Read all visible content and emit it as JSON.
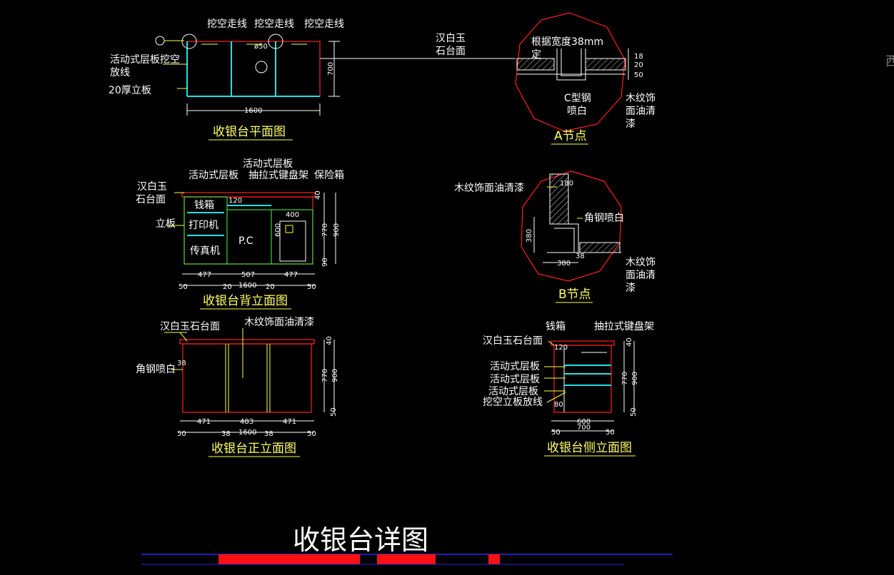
{
  "sheet": {
    "main_title": "收银台详图",
    "edge_glyph": "西"
  },
  "plan": {
    "title": "收银台平面图",
    "labels": [
      "挖空走线",
      "挖空走线",
      "挖空走线",
      "活动式层板挖空",
      "放线",
      "20厚立板",
      "汉白玉",
      "石台面"
    ],
    "dims": [
      "1600",
      "700"
    ],
    "small_text": "ø50"
  },
  "node_a": {
    "title": "A节点",
    "labels": [
      "根据宽度38mm",
      "定",
      "C型钢",
      "喷白",
      "木纹饰",
      "面油清",
      "漆"
    ],
    "dims": [
      "18",
      "20",
      "50"
    ]
  },
  "back": {
    "title": "收银台背立面图",
    "labels": [
      "活动式层板",
      "抽拉式键盘架",
      "保险箱",
      "活动式层板",
      "汉白玉",
      "石台面",
      "立板"
    ],
    "cabinet": [
      "钱箱",
      "打印机",
      "传真机",
      "P.C"
    ],
    "dims_bottom": [
      "477",
      "507",
      "477",
      "50",
      "20",
      "1600",
      "20",
      "50"
    ],
    "dims_right": [
      "40",
      "770",
      "900",
      "90"
    ],
    "dims_inner": [
      "120",
      "400",
      "600"
    ]
  },
  "node_b": {
    "title": "B节点",
    "labels": [
      "木纹饰面油清漆",
      "角钢喷白",
      "木纹饰",
      "面油清",
      "漆"
    ],
    "dims": [
      "180",
      "380",
      "380",
      "38"
    ]
  },
  "front": {
    "title": "收银台正立面图",
    "labels": [
      "汉白玉石台面",
      "木纹饰面油清漆",
      "角钢喷白"
    ],
    "dims_bottom": [
      "471",
      "483",
      "471",
      "50",
      "38",
      "1600",
      "38",
      "50"
    ],
    "dims_right": [
      "40",
      "770",
      "900",
      "50"
    ],
    "dims_left": [
      "38"
    ]
  },
  "side": {
    "title": "收银台侧立面图",
    "labels": [
      "钱箱",
      "抽拉式键盘架",
      "汉白玉石台面",
      "活动式层板",
      "活动式层板",
      "活动式层板",
      "挖空立板放线"
    ],
    "dims_bottom": [
      "600",
      "700",
      "50",
      "50"
    ],
    "dims_right": [
      "40",
      "770",
      "900",
      "50"
    ],
    "dims_inner": [
      "120",
      "80"
    ]
  }
}
